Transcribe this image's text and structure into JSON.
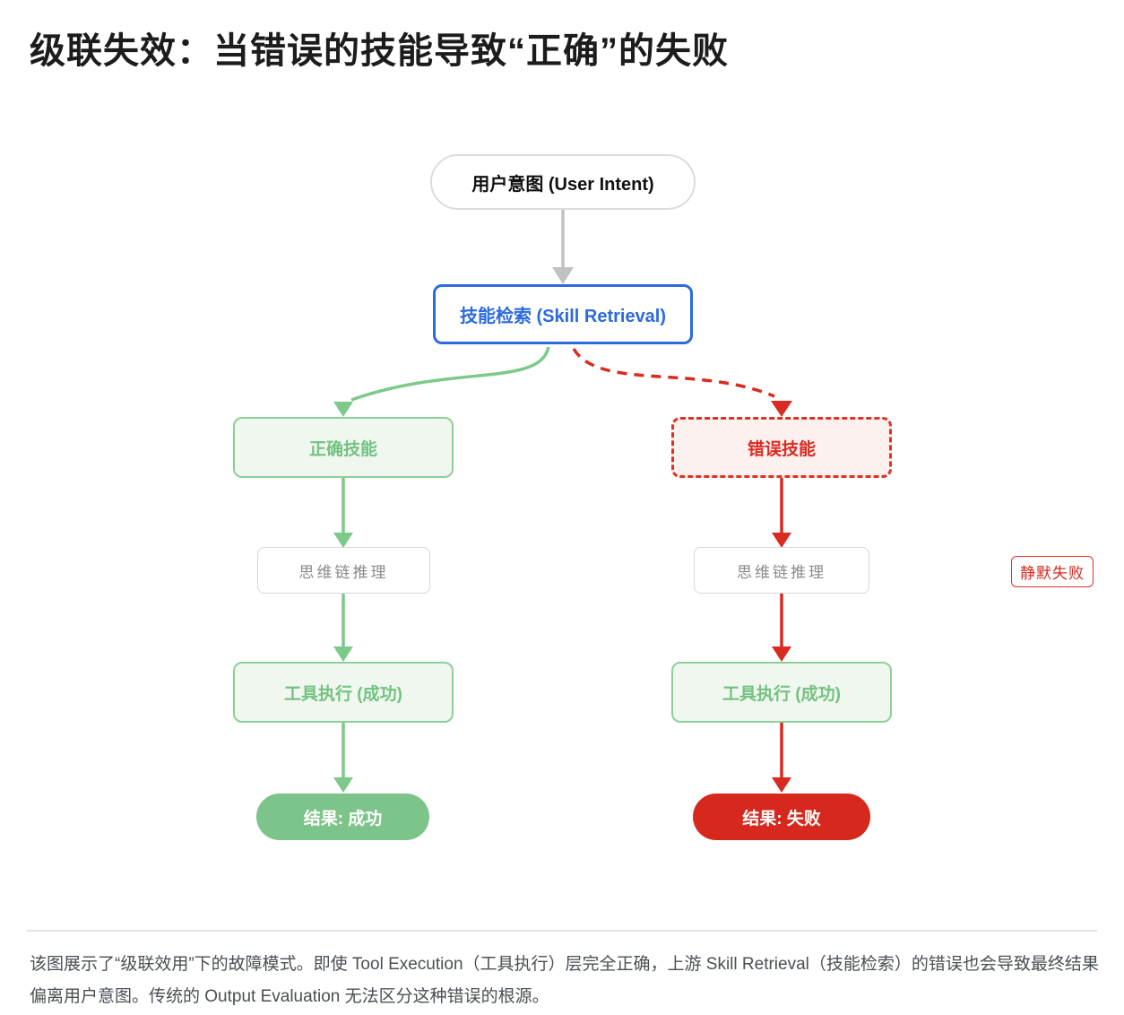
{
  "title": "级联失效：当错误的技能导致“正确”的失败",
  "diagram": {
    "nodes": {
      "user_intent": {
        "label": "用户意图 (User Intent)"
      },
      "skill_retrieval": {
        "label": "技能检索 (Skill Retrieval)"
      },
      "correct_skill": {
        "label": "正确技能"
      },
      "wrong_skill": {
        "label": "错误技能"
      },
      "cot_left": {
        "label": "思维链推理"
      },
      "cot_right": {
        "label": "思维链推理"
      },
      "tool_left": {
        "label": "工具执行 (成功)"
      },
      "tool_right": {
        "label": "工具执行 (成功)"
      },
      "result_success": {
        "label": "结果: 成功"
      },
      "result_failure": {
        "label": "结果: 失败"
      }
    },
    "silent_failure_label": "静默失败",
    "colors": {
      "blue": "#2b6ae0",
      "green_border": "#8ecf98",
      "green_text": "#74c281",
      "green_fill": "#eff7ef",
      "green_solid": "#7cc489",
      "green_edge": "#7cc98a",
      "red": "#d92b20",
      "red_fill": "#fdf1f0",
      "gray_edge": "#c1c1c1"
    }
  },
  "caption": "该图展示了“级联效用”下的故障模式。即使 Tool Execution（工具执行）层完全正确，上游 Skill Retrieval（技能检索）的错误也会导致最终结果偏离用户意图。传统的 Output Evaluation 无法区分这种错误的根源。"
}
